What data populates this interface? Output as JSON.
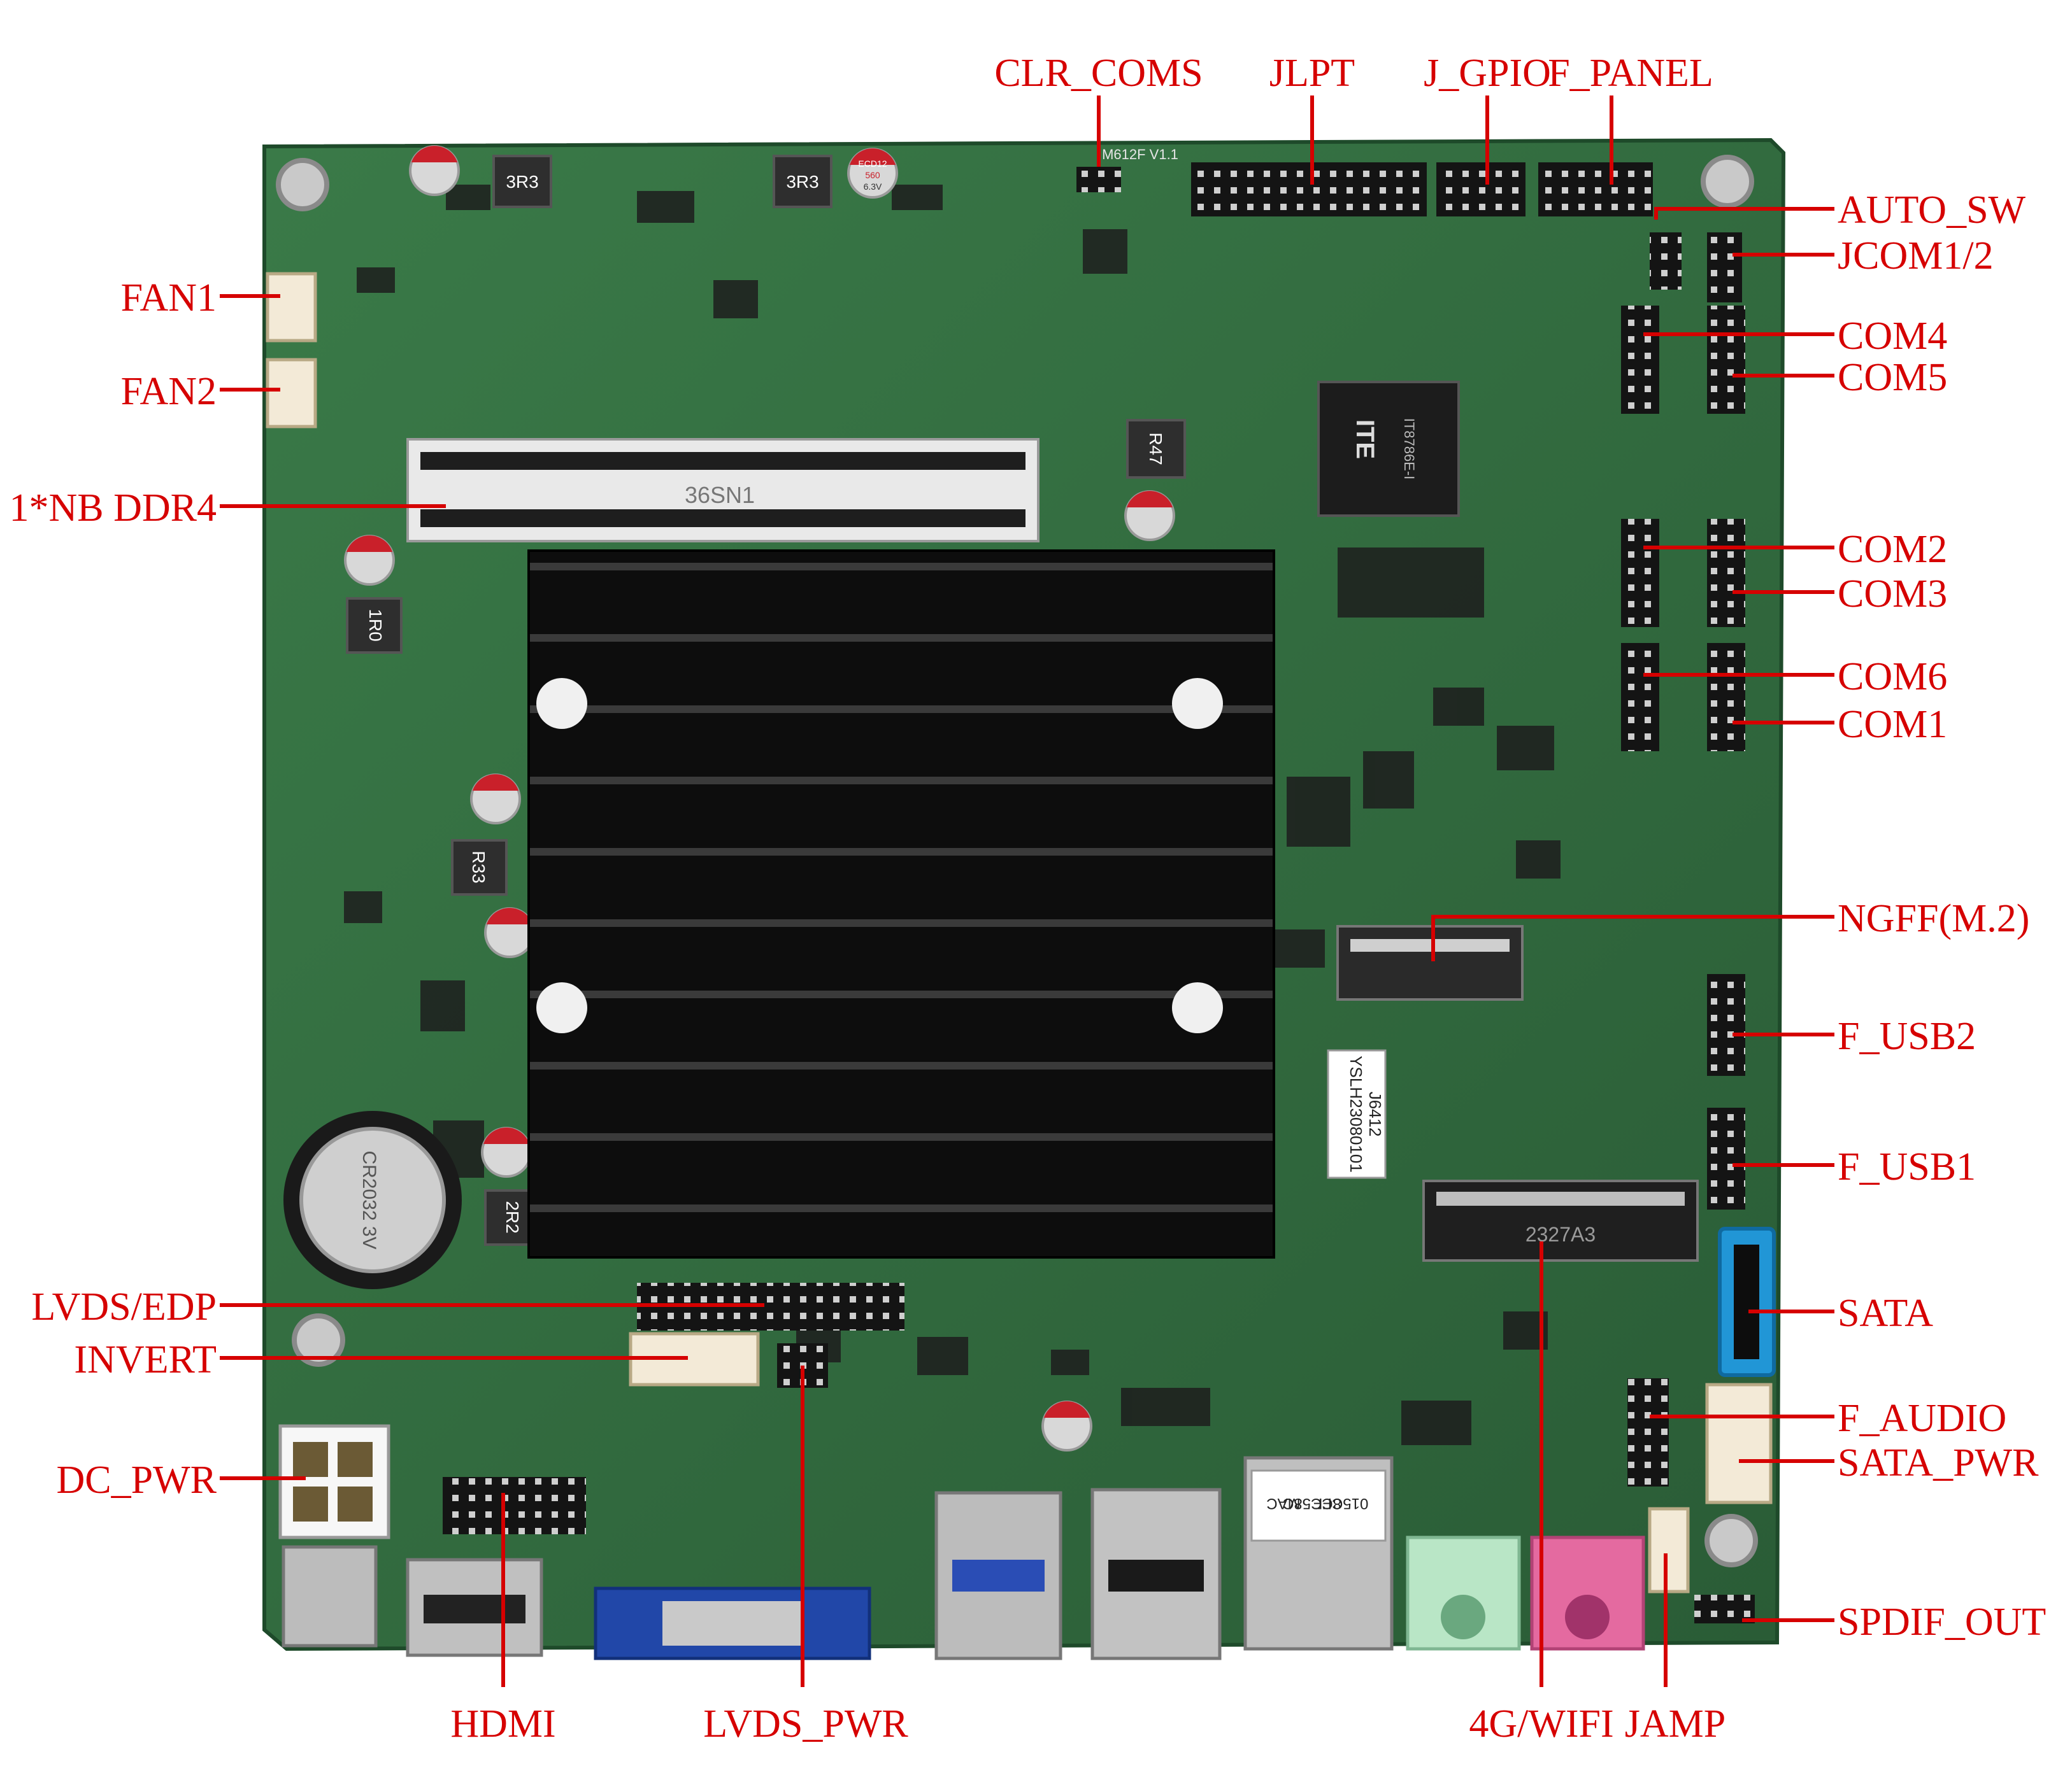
{
  "colors": {
    "label": "#d60000",
    "board": "#2f6b3d",
    "heatsink": "#111111",
    "sata": "#2196d6",
    "vga": "#2147a8",
    "audio_green": "#b9e6c6",
    "audio_pink": "#e46aa0"
  },
  "labels": {
    "clr_coms": "CLR_COMS",
    "jlpt": "JLPT",
    "j_gpio": "J_GPIO",
    "f_panel": "F_PANEL",
    "auto_sw": "AUTO_SW",
    "jcom12": "JCOM1/2",
    "com4": "COM4",
    "com5": "COM5",
    "com2": "COM2",
    "com3": "COM3",
    "com6": "COM6",
    "com1": "COM1",
    "ngff": "NGFF(M.2)",
    "f_usb2": "F_USB2",
    "f_usb1": "F_USB1",
    "sata": "SATA",
    "f_audio": "F_AUDIO",
    "sata_pwr": "SATA_PWR",
    "spdif_out": "SPDIF_OUT",
    "fan1": "FAN1",
    "fan2": "FAN2",
    "ddr4": "1*NB DDR4",
    "lvds_edp": "LVDS/EDP",
    "invert": "INVERT",
    "dc_pwr": "DC_PWR",
    "hdmi": "HDMI",
    "lvds_pwr": "LVDS_PWR",
    "wifi_4g": "4G/WIFI",
    "jamp": "JAMP"
  },
  "board_text": {
    "silk_model": "M612F V1.1",
    "ite_chip": "IT8786E-I",
    "ite_logo": "ITE",
    "ram_slot": "36SN1",
    "mpcie": "2327A3",
    "serial_sticker": "YSLH23080101",
    "serial_sticker_2": "J6412",
    "mac_sticker": "MAC",
    "mac_value": "8CC58C",
    "mac_value_2": "015CFF",
    "battery": "CR2032 3V",
    "inductor_3r3": "3R3",
    "inductor_1r0": "1R0",
    "inductor_r33": "R33",
    "inductor_r47": "R47",
    "inductor_2r2": "2R2",
    "cap_text": "ECD12",
    "cap_value": "560",
    "cap_voltage": "6.3V"
  }
}
